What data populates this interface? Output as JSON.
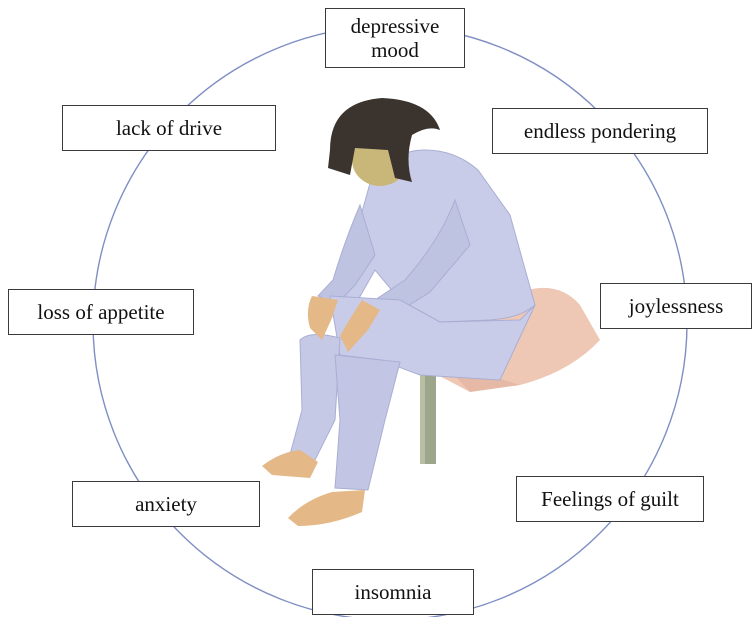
{
  "diagram": {
    "colors": {
      "circle": "#7f8fc4",
      "box_border": "#3a3a3a",
      "pajamas": "#c9cce8",
      "skin": "#e4b887",
      "hair": "#3b332d",
      "bed": "#efc7b5",
      "bench_leg": "#9da58b"
    },
    "illustration": "person-sitting-on-bed-head-down",
    "symptoms": {
      "depressive_mood": "depressive\nmood",
      "endless_pondering": "endless pondering",
      "joylessness": "joylessness",
      "feelings_of_guilt": "Feelings of guilt",
      "insomnia": "insomnia",
      "anxiety": "anxiety",
      "loss_of_appetite": "loss of appetite",
      "lack_of_drive": "lack of drive"
    }
  }
}
